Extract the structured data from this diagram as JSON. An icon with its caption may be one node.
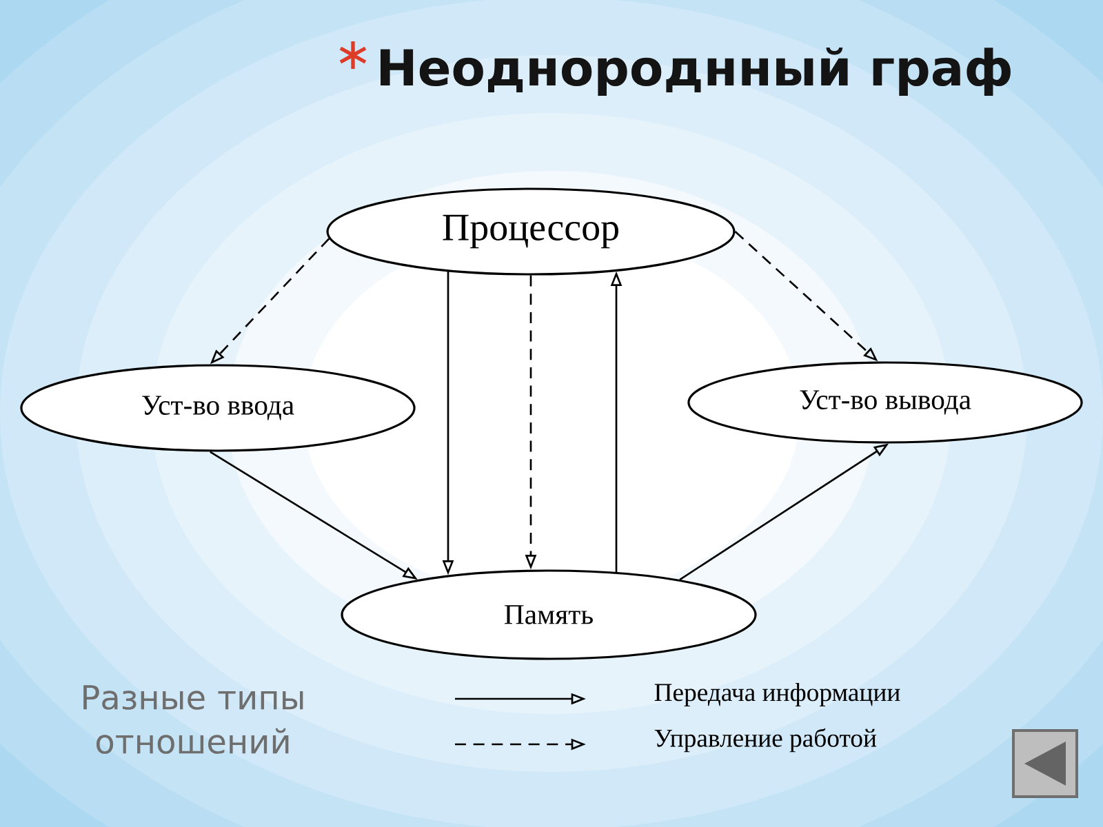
{
  "diagram": {
    "title": "Неоднороднный граф",
    "nodes": [
      {
        "text": [
          "Процессор"
        ]
      },
      {
        "text": [
          "Уст-во ввода"
        ]
      },
      {
        "text": [
          "Уст-во вывода"
        ]
      },
      {
        "text": [
          "Память"
        ]
      }
    ],
    "edges": [
      {
        "from": 0,
        "to": 1,
        "arrow": "to",
        "style": "dashed"
      },
      {
        "from": 0,
        "to": 2,
        "arrow": "to",
        "style": "dashed"
      },
      {
        "from": 0,
        "to": 3,
        "arrow": "to"
      },
      {
        "from": 0,
        "to": 3,
        "arrow": "to",
        "style": "dashed"
      },
      {
        "from": 3,
        "to": 0,
        "arrow": "to"
      },
      {
        "from": 1,
        "to": 3,
        "arrow": "to"
      },
      {
        "from": 3,
        "to": 2,
        "arrow": "to"
      }
    ],
    "labels": [
      "Разные типы отношений"
    ],
    "legend": [
      {
        "text": "Передача информации"
      },
      {
        "text": "Управление работой"
      }
    ]
  }
}
